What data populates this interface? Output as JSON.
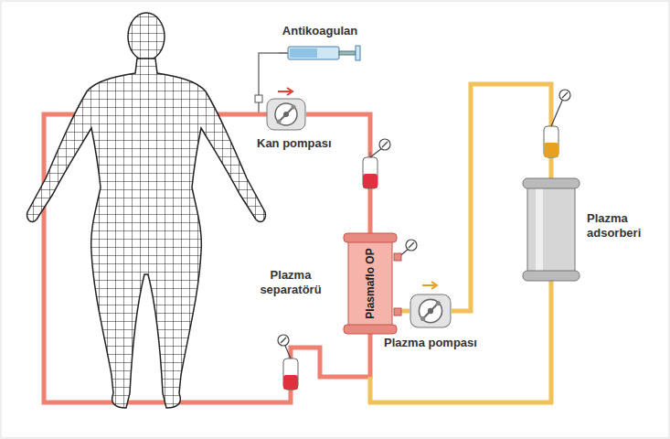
{
  "diagram": {
    "nodes": [
      {
        "text": [
          "Antikoagulan"
        ]
      },
      {
        "text": [
          "Kan pompası"
        ]
      },
      {
        "text": [
          "Plazma separatörü",
          "Plasmaflo OP"
        ]
      },
      {
        "text": [
          "Plazma pompası"
        ]
      },
      {
        "text": [
          "Plazma adsorberi"
        ]
      }
    ],
    "edges": [
      {
        "from": 0,
        "to": 1,
        "arrow": "none"
      },
      {
        "from": 1,
        "to": 2,
        "arrow": "none"
      },
      {
        "from": 2,
        "to": 3,
        "arrow": "none"
      },
      {
        "from": 3,
        "to": 4,
        "arrow": "none"
      }
    ]
  }
}
